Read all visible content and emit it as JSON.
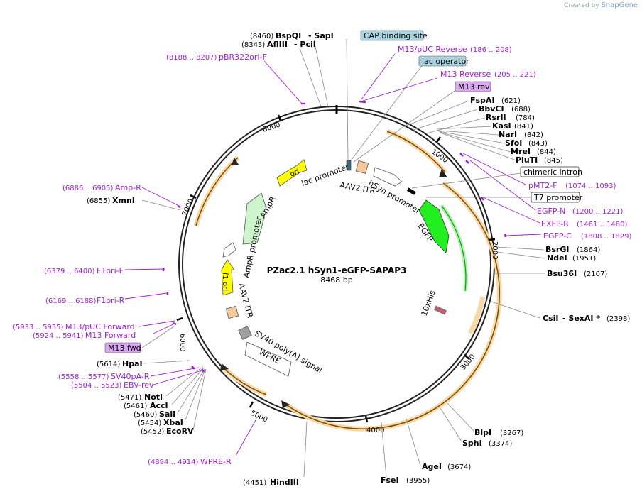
{
  "brand": {
    "created_by": "Created by",
    "name": "SnapGene"
  },
  "plasmid": {
    "name": "PZac2.1 hSyn1-eGFP-SAPAP3",
    "size": "8468 bp"
  },
  "ticks": [
    "1000",
    "2000",
    "3000",
    "4000",
    "5000",
    "6000",
    "7000",
    "8000"
  ],
  "sites": {
    "bspqi": {
      "pos": "(8460)",
      "name": "BspQI",
      "extra": "- SapI"
    },
    "afliii": {
      "pos": "(8343)",
      "name": "AflIII",
      "extra": "- PciI"
    },
    "fspai": {
      "pos": "(621)",
      "name": "FspAI"
    },
    "bbvci": {
      "pos": "(688)",
      "name": "BbvCI"
    },
    "rsrii": {
      "pos": "(784)",
      "name": "RsrII"
    },
    "kasi": {
      "pos": "(841)",
      "name": "KasI"
    },
    "nari": {
      "pos": "(842)",
      "name": "NarI"
    },
    "sfoi": {
      "pos": "(843)",
      "name": "SfoI"
    },
    "mrei": {
      "pos": "(844)",
      "name": "MreI"
    },
    "pluti": {
      "pos": "(845)",
      "name": "PluTI"
    },
    "bsrgi": {
      "pos": "(1864)",
      "name": "BsrGI"
    },
    "ndei": {
      "pos": "(1951)",
      "name": "NdeI"
    },
    "bsu36i": {
      "pos": "(2107)",
      "name": "Bsu36I"
    },
    "csii": {
      "pos": "(2398)",
      "name": "CsiI",
      "extra": "- SexAI *"
    },
    "blpi": {
      "pos": "(3267)",
      "name": "BlpI"
    },
    "sphi": {
      "pos": "(3374)",
      "name": "SphI"
    },
    "agei": {
      "pos": "(3674)",
      "name": "AgeI"
    },
    "fsei": {
      "pos": "(3955)",
      "name": "FseI"
    },
    "hindiii": {
      "pos": "(4451)",
      "name": "HindIII"
    },
    "ecorv": {
      "pos": "(5452)",
      "name": "EcoRV"
    },
    "xbai": {
      "pos": "(5454)",
      "name": "XbaI"
    },
    "sali": {
      "pos": "(5460)",
      "name": "SalI"
    },
    "acci": {
      "pos": "(5461)",
      "name": "AccI"
    },
    "noti": {
      "pos": "(5471)",
      "name": "NotI"
    },
    "hpai": {
      "pos": "(5614)",
      "name": "HpaI"
    },
    "xmni": {
      "pos": "(6855)",
      "name": "XmnI"
    }
  },
  "primers": {
    "pbr322": {
      "pos": "(8188 .. 8207)",
      "name": "pBR322ori-F"
    },
    "m13puc_rev": {
      "name": "M13/pUC Reverse",
      "pos": "(186 .. 208)"
    },
    "m13_rev": {
      "name": "M13 Reverse",
      "pos": "(205 .. 221)"
    },
    "pmt2": {
      "name": "pMT2-F",
      "pos": "(1074 .. 1093)"
    },
    "egfp_n": {
      "name": "EGFP-N",
      "pos": "(1200 .. 1221)"
    },
    "exfp_r": {
      "name": "EXFP-R",
      "pos": "(1461 .. 1480)"
    },
    "egfp_c": {
      "name": "EGFP-C",
      "pos": "(1808 .. 1829)"
    },
    "amp_r": {
      "pos": "(6886 .. 6905)",
      "name": "Amp-R"
    },
    "f1ori_f": {
      "pos": "(6379 .. 6400)",
      "name": "F1ori-F"
    },
    "f1ori_r": {
      "pos": "(6169 .. 6188)",
      "name": "F1ori-R"
    },
    "m13puc_fwd": {
      "pos": "(5933 .. 5955)",
      "name": "M13/pUC Forward"
    },
    "m13_fwd": {
      "pos": "(5924 .. 5941)",
      "name": "M13 Forward"
    },
    "sv40pa_r": {
      "pos": "(5558 .. 5577)",
      "name": "SV40pA-R"
    },
    "ebv_rev": {
      "pos": "(5504 .. 5523)",
      "name": "EBV-rev"
    },
    "wpre_r": {
      "pos": "(4894 .. 4914)",
      "name": "WPRE-R"
    }
  },
  "boxes": {
    "cap": "CAP binding site",
    "lac_op": "lac operator",
    "m13rev": "M13 rev",
    "chimeric": "chimeric intron",
    "t7": "T7 promoter",
    "m13fwd": "M13 fwd"
  },
  "features": {
    "ori": "ori",
    "lac_promoter": "lac promoter",
    "aav2_itr_top": "AAV2 ITR",
    "hsyn": "hSyn promoter",
    "egfp": "EGFP",
    "his": "10xHis",
    "sv40": "SV40 poly(A) signal",
    "wpre": "WPRE",
    "aav2_itr_bottom": "AAV2 ITR",
    "f1ori": "f1 ori",
    "ampr_promoter": "AmpR promoter",
    "ampr": "AmpR"
  },
  "colors": {
    "ori": "#ffff00",
    "egfp": "#22ee22",
    "ampr": "#ccf5cc",
    "itr": "#f8c79a",
    "orf": "#f5d9a4",
    "primer": "#a020d0",
    "cap": "#a9d4df",
    "m13box": "#d9a6f0"
  }
}
